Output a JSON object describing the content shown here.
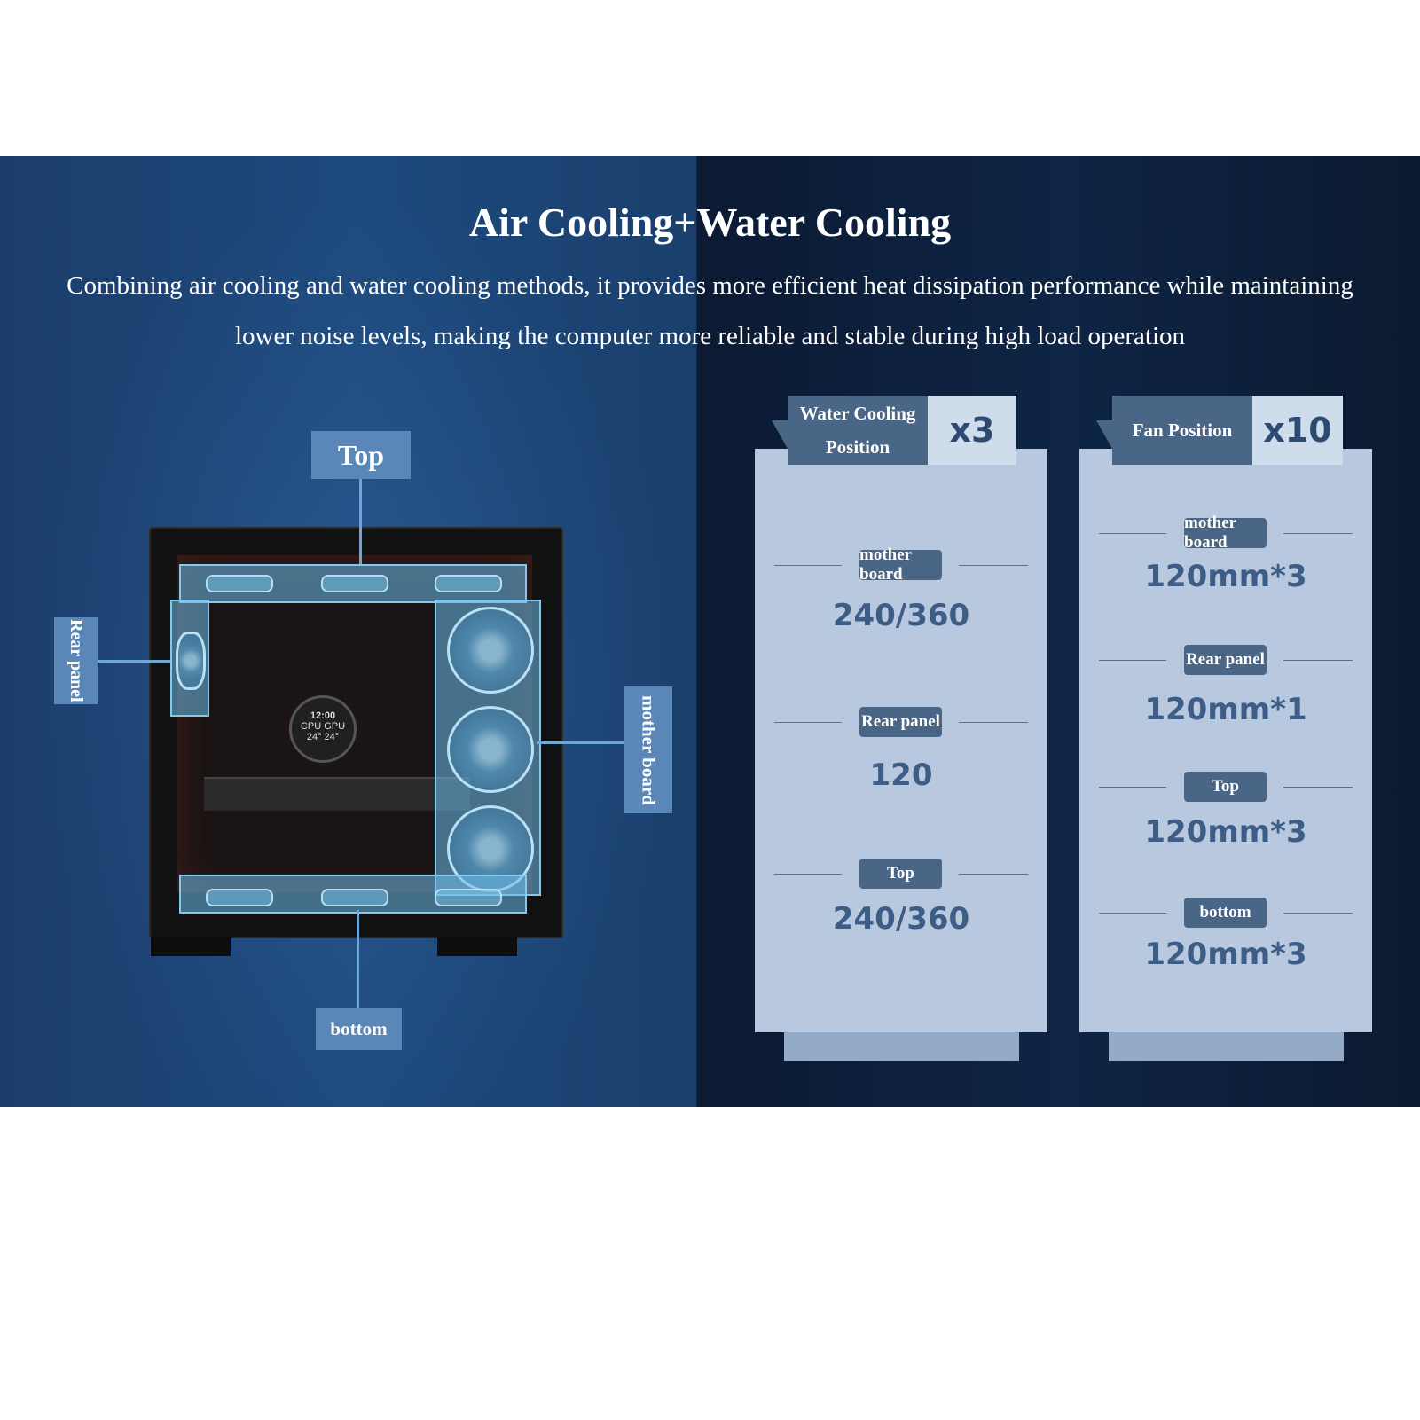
{
  "header": {
    "title": "Air Cooling+Water Cooling",
    "description": "Combining air cooling and water cooling methods, it provides more efficient heat dissipation performance while maintaining lower noise levels, making the computer more reliable and stable during high load operation"
  },
  "case_labels": {
    "top": "Top",
    "rear": "Rear panel",
    "motherboard": "mother board",
    "bottom": "bottom"
  },
  "cooler_display": {
    "time": "12:00",
    "cpu": "CPU",
    "gpu": "GPU",
    "cpu_temp": "24°",
    "gpu_temp": "24°"
  },
  "water_card": {
    "title": "Water Cooling Position",
    "count": "x3",
    "rows": [
      {
        "position": "mother board",
        "value": "240/360"
      },
      {
        "position": "Rear panel",
        "value": "120"
      },
      {
        "position": "Top",
        "value": "240/360"
      }
    ]
  },
  "fan_card": {
    "title": "Fan Position",
    "count": "x10",
    "rows": [
      {
        "position": "mother board",
        "value": "120mm*3"
      },
      {
        "position": "Rear panel",
        "value": "120mm*1"
      },
      {
        "position": "Top",
        "value": "120mm*3"
      },
      {
        "position": "bottom",
        "value": "120mm*3"
      }
    ]
  },
  "colors": {
    "label_blue": "#5b86b8",
    "card_bg": "#b8c9df",
    "card_head_dark": "#4a6687",
    "value_text": "#3d5d86"
  }
}
